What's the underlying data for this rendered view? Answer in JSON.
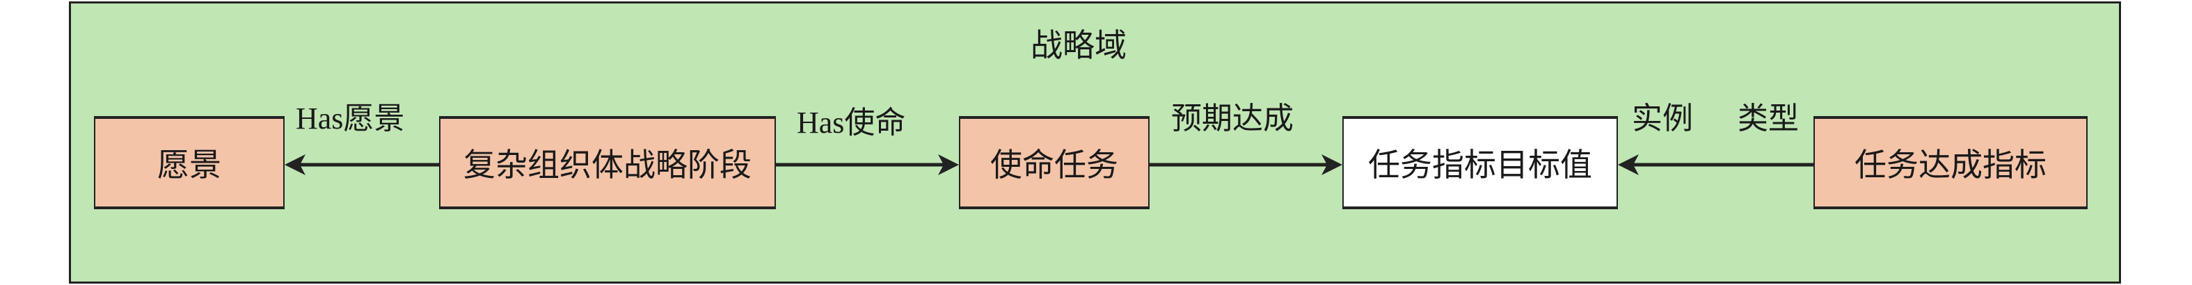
{
  "domain_title": "战略域",
  "nodes": {
    "vision": "愿景",
    "strategy_stage": "复杂组织体战略阶段",
    "mission_task": "使命任务",
    "target_value": "任务指标目标值",
    "achievement_indicator": "任务达成指标"
  },
  "edges": {
    "has_vision": "Has愿景",
    "has_mission": "Has使命",
    "expected": "预期达成",
    "instance": "实例",
    "type": "类型"
  },
  "colors": {
    "domain_bg": "#c0e6b4",
    "node_fill": "#f4c4a8",
    "target_fill": "#ffffff",
    "line": "#222222"
  }
}
